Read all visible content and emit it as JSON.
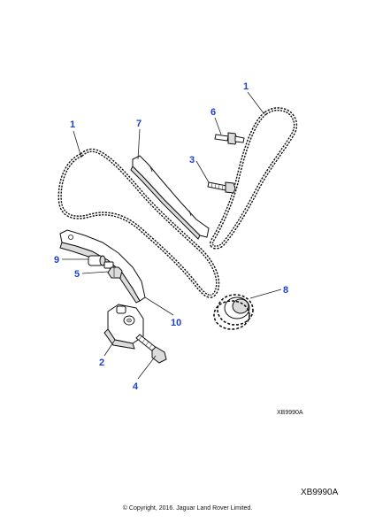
{
  "callouts": {
    "c1a": "1",
    "c1b": "1",
    "c2": "2",
    "c3": "3",
    "c4": "4",
    "c5": "5",
    "c6": "6",
    "c7": "7",
    "c8": "8",
    "c9": "9",
    "c10": "10"
  },
  "diagram_ref_small": "XB9990A",
  "diagram_ref": "XB9990A",
  "copyright": "© Copyright, 2016. Jaguar Land Rover Limited.",
  "colors": {
    "callout": "#1a3fd6",
    "ink": "#111111"
  }
}
